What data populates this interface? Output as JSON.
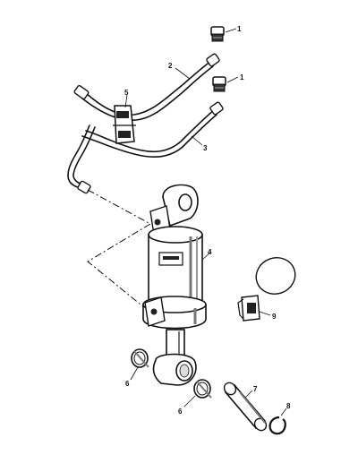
{
  "diagram": {
    "colors": {
      "ink": "#111111",
      "paper": "#ffffff",
      "shade": "#777777"
    },
    "callouts": [
      {
        "id": "c1a",
        "label": "1"
      },
      {
        "id": "c2",
        "label": "2"
      },
      {
        "id": "c1b",
        "label": "1"
      },
      {
        "id": "c5",
        "label": "5"
      },
      {
        "id": "c3",
        "label": "3"
      },
      {
        "id": "c4",
        "label": "4"
      },
      {
        "id": "c9",
        "label": "9"
      },
      {
        "id": "c6a",
        "label": "6"
      },
      {
        "id": "c7",
        "label": "7"
      },
      {
        "id": "c6b",
        "label": "6"
      },
      {
        "id": "c8",
        "label": "8"
      }
    ]
  }
}
